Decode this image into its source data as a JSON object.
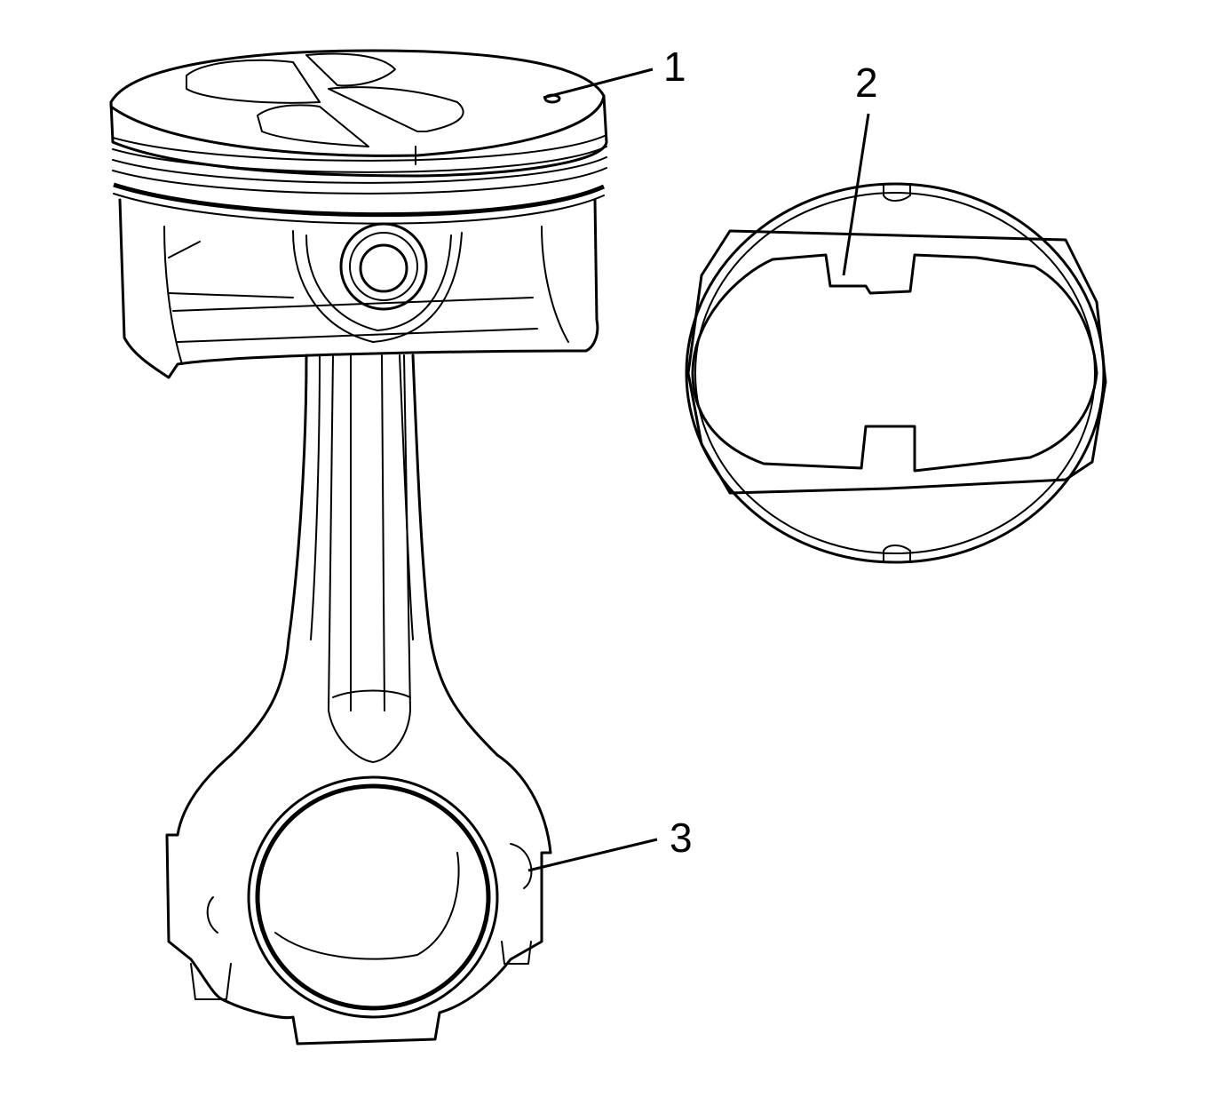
{
  "figure": {
    "subject": "piston and connecting rod assembly with piston top view",
    "background": "#ffffff",
    "line_color": "#000000"
  },
  "callouts": [
    {
      "id": "1",
      "label": "1",
      "target": "piston-top-mark"
    },
    {
      "id": "2",
      "label": "2",
      "target": "piston-crown-notch-top-view"
    },
    {
      "id": "3",
      "label": "3",
      "target": "connecting-rod-cap-mark"
    }
  ]
}
